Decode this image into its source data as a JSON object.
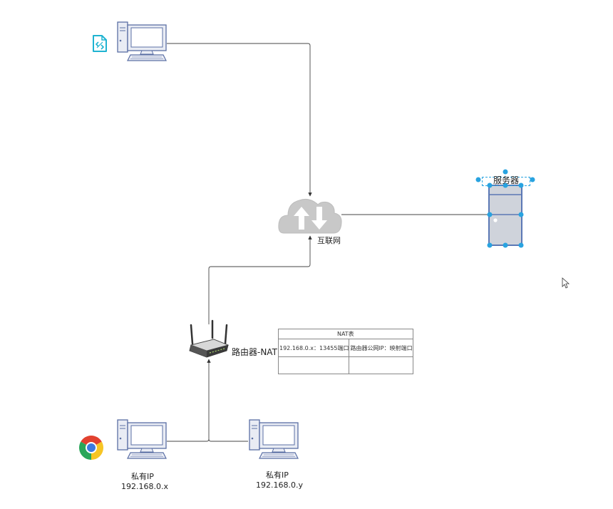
{
  "nodes": {
    "top_pc": {
      "icon": "desktop-computer-icon"
    },
    "remote_app": {
      "icon": "remote-desktop-app-icon",
      "color": "#1fb3d1"
    },
    "internet": {
      "label": "互联网",
      "icon": "cloud-updown-icon"
    },
    "server": {
      "label": "服务器",
      "icon": "server-tower-icon",
      "selection_color": "#29a3e0"
    },
    "router": {
      "label": "路由器-NAT",
      "icon": "wireless-router-icon"
    },
    "pc_x": {
      "label_line1": "私有IP",
      "label_line2": "192.168.0.x",
      "icon": "desktop-computer-icon"
    },
    "pc_y": {
      "label_line1": "私有IP",
      "label_line2": "192.168.0.y",
      "icon": "desktop-computer-icon"
    },
    "chrome": {
      "icon": "chrome-browser-icon"
    }
  },
  "nat_table": {
    "title": "NAT表",
    "rows": [
      [
        "192.168.0.x：13455端口",
        "路由器公网IP：映射端口"
      ],
      [
        "",
        ""
      ]
    ]
  },
  "colors": {
    "connector": "#444444",
    "computer_outline": "#5b6fa5",
    "computer_fill": "#e9ecf4",
    "cloud": "#c8c8c8",
    "server_fill": "#cfd3db",
    "server_outline": "#5b78b5"
  }
}
